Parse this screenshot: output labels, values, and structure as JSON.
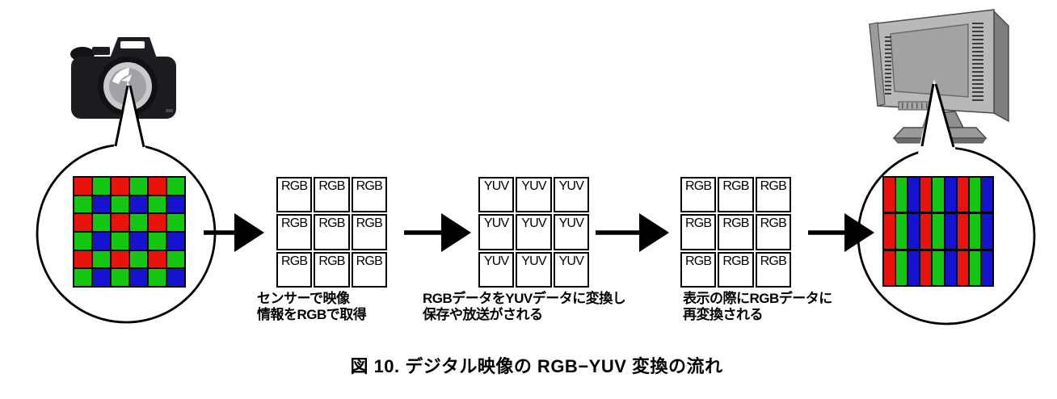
{
  "figure_caption": "図 10. デジタル映像の RGB−YUV 変換の流れ",
  "palette": {
    "red": "#e8130a",
    "green": "#12c612",
    "blue": "#1512d0"
  },
  "sensor_view": {
    "description": "bayer-pattern-6x6",
    "rows": [
      [
        "R",
        "G",
        "R",
        "G",
        "R",
        "G"
      ],
      [
        "G",
        "B",
        "G",
        "B",
        "G",
        "B"
      ],
      [
        "R",
        "G",
        "R",
        "G",
        "R",
        "G"
      ],
      [
        "G",
        "B",
        "G",
        "B",
        "G",
        "B"
      ],
      [
        "R",
        "G",
        "R",
        "G",
        "R",
        "G"
      ],
      [
        "G",
        "B",
        "G",
        "B",
        "G",
        "B"
      ]
    ]
  },
  "display_view": {
    "description": "rgb-vertical-stripe-subpixels",
    "columns": [
      "R",
      "G",
      "B",
      "R",
      "G",
      "B",
      "R",
      "G",
      "B"
    ],
    "row_count": 3
  },
  "stages": [
    {
      "id": "sensor-rgb",
      "cell_label": "RGB",
      "cols": 3,
      "rows": 3,
      "caption_lines": [
        "センサーで映像",
        "情報をRGBで取得"
      ]
    },
    {
      "id": "yuv",
      "cell_label": "YUV",
      "cols": 3,
      "rows": 3,
      "caption_lines": [
        "RGBデータをYUVデータに変換し",
        "保存や放送がされる"
      ]
    },
    {
      "id": "display-rgb",
      "cell_label": "RGB",
      "cols": 3,
      "rows": 3,
      "caption_lines": [
        "表示の際にRGBデータに",
        "再変換される"
      ]
    }
  ]
}
